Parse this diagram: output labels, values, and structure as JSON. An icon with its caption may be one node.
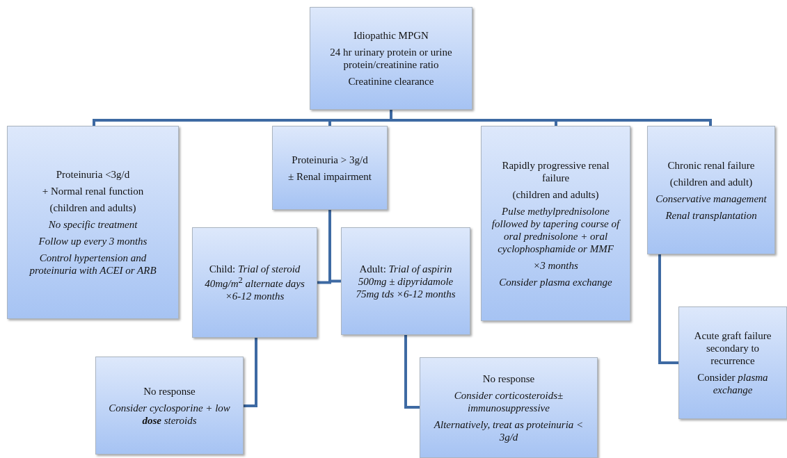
{
  "diagram": {
    "nodes": [
      {
        "text": [
          "Idiopathic MPGN",
          "24 hr urinary protein or urine protein/creatinine ratio",
          "Creatinine clearance"
        ]
      },
      {
        "text": [
          "Proteinuria <3g/d",
          "+ Normal renal function",
          "(children and adults)",
          "No specific treatment",
          "Follow up every 3 months",
          "Control hypertension and proteinuria with ACEI or ARB"
        ]
      },
      {
        "text": [
          "Proteinuria > 3g/d",
          "± Renal impairment"
        ]
      },
      {
        "text": [
          "Child: *Trial of steroid 40mg/m*$^{2}$ *alternate days ×6-12 months*"
        ]
      },
      {
        "text": [
          "Adult: *Trial of aspirin 500mg ± dipyridamole 75mg tds ×6-12 months*"
        ]
      },
      {
        "text": [
          "Rapidly progressive renal failure",
          "(children and adults)",
          "Pulse methylprednisolone followed by tapering course of oral prednisolone + oral cyclophosphamide or MMF",
          "×3 months",
          "Consider plasma exchange"
        ]
      },
      {
        "text": [
          "Chronic renal failure",
          "(children and adult)",
          "Conservative management",
          "Renal transplantation"
        ]
      },
      {
        "text": [
          "No response",
          "Consider cyclosporine + low **dose** steroids"
        ]
      },
      {
        "text": [
          "No response",
          "Consider corticosteroids± immunosuppressive",
          "Alternatively, treat as proteinuria < 3g/d"
        ]
      },
      {
        "text": [
          "Acute graft failure secondary to recurrence",
          "Consider *plasma exchange*"
        ]
      }
    ],
    "edges": [
      {
        "from": 0,
        "to": 1,
        "arrow": "none"
      },
      {
        "from": 0,
        "to": 2,
        "arrow": "none"
      },
      {
        "from": 0,
        "to": 5,
        "arrow": "none"
      },
      {
        "from": 0,
        "to": 6,
        "arrow": "none"
      },
      {
        "from": 2,
        "to": 3,
        "arrow": "none"
      },
      {
        "from": 2,
        "to": 4,
        "arrow": "none"
      },
      {
        "from": 3,
        "to": 7,
        "arrow": "none"
      },
      {
        "from": 4,
        "to": 8,
        "arrow": "none"
      },
      {
        "from": 6,
        "to": 9,
        "arrow": "none"
      }
    ]
  }
}
